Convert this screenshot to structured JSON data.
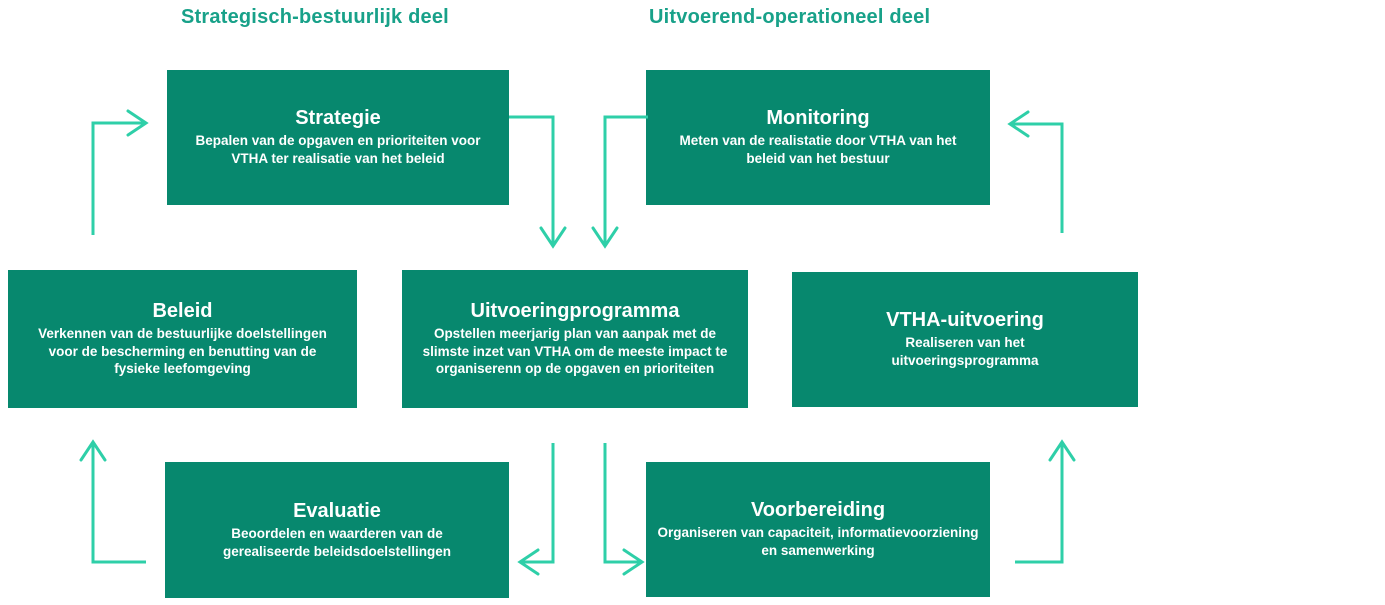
{
  "diagram": {
    "headers": [
      {
        "id": "strategic",
        "label": "Strategisch-bestuurlijk deel"
      },
      {
        "id": "operational",
        "label": "Uitvoerend-operationeel deel"
      }
    ],
    "boxes": [
      {
        "id": "strategie",
        "title": "Strategie",
        "description": "Bepalen van de opgaven en prioriteiten voor VTHA ter realisatie van het beleid"
      },
      {
        "id": "monitoring",
        "title": "Monitoring",
        "description": "Meten van de realistatie door VTHA van het beleid van het bestuur"
      },
      {
        "id": "beleid",
        "title": "Beleid",
        "description": "Verkennen van de bestuurlijke doelstellingen voor de bescherming en benutting van de fysieke leefomgeving"
      },
      {
        "id": "uitvoeringprogramma",
        "title": "Uitvoeringprogramma",
        "description": "Opstellen meerjarig plan van aanpak met de slimste inzet van VTHA om de meeste impact te organiserenn op de opgaven en prioriteiten"
      },
      {
        "id": "vtha-uitvoering",
        "title": "VTHA-uitvoering",
        "description": "Realiseren van het uitvoeringsprogramma"
      },
      {
        "id": "evaluatie",
        "title": "Evaluatie",
        "description": "Beoordelen en waarderen van de gerealiseerde beleidsdoelstellingen"
      },
      {
        "id": "voorbereiding",
        "title": "Voorbereiding",
        "description": "Organiseren van capaciteit, informatievoorziening en samenwerking"
      }
    ],
    "arrows": [
      {
        "from": "beleid",
        "to": "strategie"
      },
      {
        "from": "strategie",
        "to": "uitvoeringprogramma"
      },
      {
        "from": "monitoring",
        "to": "uitvoeringprogramma"
      },
      {
        "from": "vtha-uitvoering",
        "to": "monitoring"
      },
      {
        "from": "uitvoeringprogramma",
        "to": "evaluatie"
      },
      {
        "from": "uitvoeringprogramma",
        "to": "voorbereiding"
      },
      {
        "from": "evaluatie",
        "to": "beleid"
      },
      {
        "from": "voorbereiding",
        "to": "vtha-uitvoering"
      }
    ],
    "colors": {
      "box_fill": "#07886E",
      "box_text": "#FFFFFF",
      "header_text": "#18A189",
      "arrow": "#2ECFA8",
      "background": "#FFFFFF"
    }
  }
}
